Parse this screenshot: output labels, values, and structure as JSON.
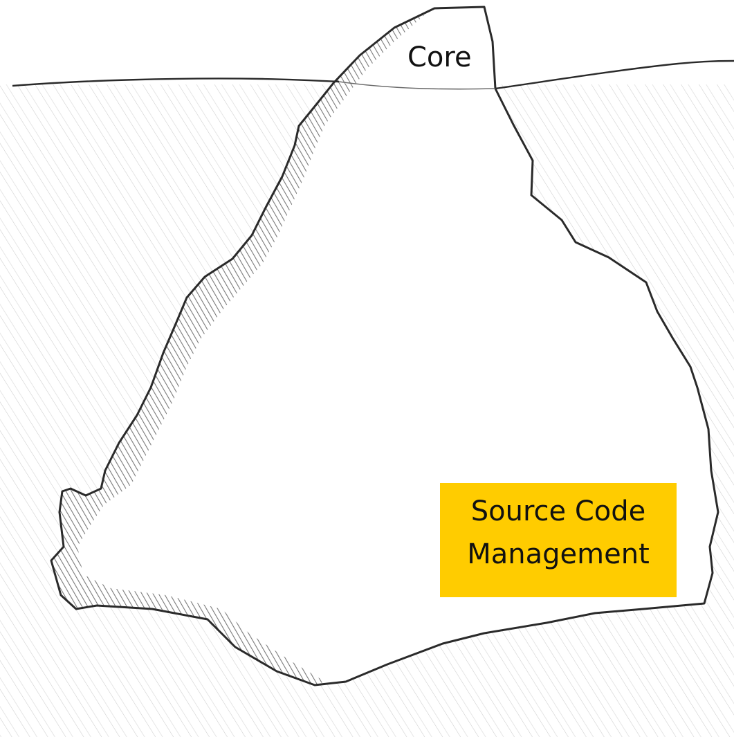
{
  "labels": {
    "tip": "Core",
    "body_line1": "Source Code",
    "body_line2": "Management"
  },
  "colors": {
    "label_box_fill": "#ffcc00",
    "ink": "#2a2a2a",
    "water_hatch": "#c8c8c8",
    "shadow": "#5a5a5a",
    "background": "#ffffff"
  },
  "icons": [
    "iceberg-illustration"
  ]
}
